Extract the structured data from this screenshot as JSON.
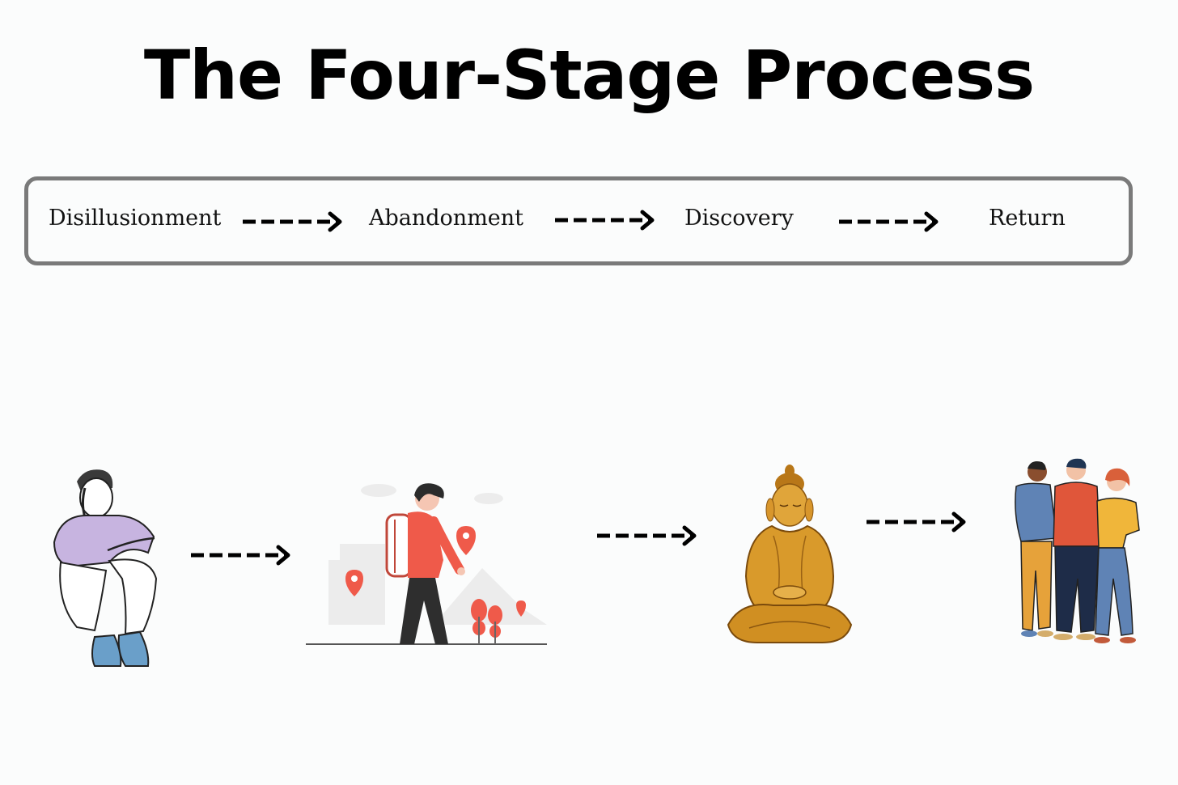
{
  "title": "The Four-Stage Process",
  "stages": [
    {
      "label": "Disillusionment",
      "icon": "distressed-person-icon"
    },
    {
      "label": "Abandonment",
      "icon": "traveler-backpack-icon"
    },
    {
      "label": "Discovery",
      "icon": "meditating-buddha-icon"
    },
    {
      "label": "Return",
      "icon": "group-of-friends-icon"
    }
  ],
  "colors": {
    "text": "#000000",
    "box_border": "#7a7a7a",
    "arrow": "#000000",
    "accent_red": "#ef5a4a",
    "gold": "#d99a2b"
  }
}
